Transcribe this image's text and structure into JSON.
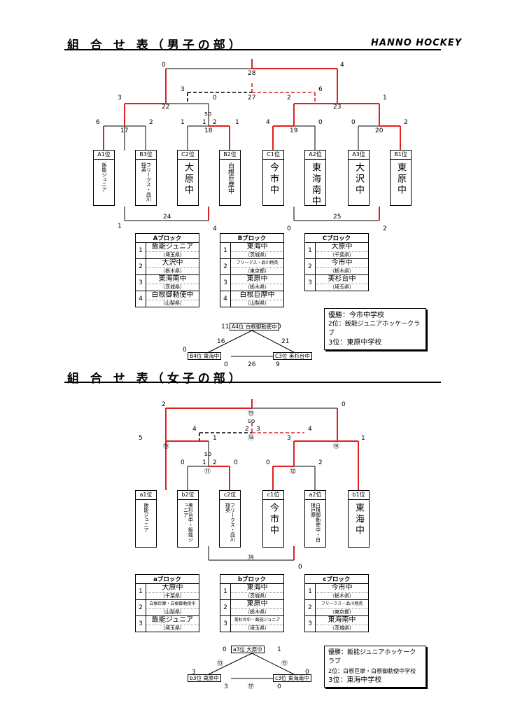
{
  "header": {
    "brand": "HANNO HOCKEY"
  },
  "men": {
    "title": "組 合 せ 表（男子の部）",
    "teams": [
      {
        "pos": "A1位",
        "name": "飯能ジュニア",
        "size": "sm"
      },
      {
        "pos": "B3位",
        "name": "フリークス・品川翔英",
        "size": "sm"
      },
      {
        "pos": "C2位",
        "name": "大原中",
        "size": "big"
      },
      {
        "pos": "B2位",
        "name": "白根巨摩中",
        "size": "sm"
      },
      {
        "pos": "C1位",
        "name": "今市中",
        "size": "big"
      },
      {
        "pos": "A2位",
        "name": "東海南中",
        "size": "big"
      },
      {
        "pos": "A3位",
        "name": "大沢中",
        "size": "big"
      },
      {
        "pos": "B1位",
        "name": "東原中",
        "size": "big"
      }
    ],
    "blocks": [
      {
        "label": "Aブロック",
        "rows": [
          {
            "n": "1",
            "team": "飯能ジュニア",
            "pref": "（埼玉県）"
          },
          {
            "n": "2",
            "team": "大沢中",
            "pref": "（栃木県）"
          },
          {
            "n": "3",
            "team": "東海南中",
            "pref": "（茨城県）"
          },
          {
            "n": "4",
            "team": "白根御勅使中",
            "pref": "（山梨県）"
          }
        ]
      },
      {
        "label": "Bブロック",
        "rows": [
          {
            "n": "1",
            "team": "東海中",
            "pref": "（茨城県）"
          },
          {
            "n": "2",
            "team": "フリークス・品川翔英",
            "pref": "（東京都）",
            "small": true
          },
          {
            "n": "3",
            "team": "東原中",
            "pref": "（栃木県）"
          },
          {
            "n": "4",
            "team": "白根巨摩中",
            "pref": "（山梨県）"
          }
        ]
      },
      {
        "label": "Cブロック",
        "rows": [
          {
            "n": "1",
            "team": "大原中",
            "pref": "（千葉県）"
          },
          {
            "n": "2",
            "team": "今市中",
            "pref": "（栃木県）"
          },
          {
            "n": "3",
            "team": "美杉台中",
            "pref": "（埼玉県）"
          }
        ]
      }
    ],
    "results": {
      "first": "優勝：今市中学校",
      "second": "2位：飯能ジュニアホッケークラブ",
      "third": "3位：東原中学校"
    },
    "scores": {
      "final_l": "0",
      "final_r": "4",
      "final_no": "28",
      "third_l": "3",
      "third_r": "6",
      "third_no": "27",
      "third_c1": "0",
      "third_c2": "2",
      "sf_l_l": "3",
      "sf_l_no": "22",
      "sf_r_no": "23",
      "sf_r_r": "1",
      "qf1_l": "6",
      "qf1_no": "17",
      "qf1_r": "2",
      "qf2_l": "1",
      "qf2_c1": "1",
      "qf2_c2": "2",
      "qf2_r": "1",
      "qf2_no": "18",
      "qf2_so": "so",
      "qf3_l": "4",
      "qf3_no": "19",
      "qf3_r": "0",
      "qf4_l": "0",
      "qf4_no": "20",
      "qf4_r": "2",
      "c24": "24",
      "c24_l": "1",
      "c24_r": "4",
      "c25": "25",
      "c25_l": "0",
      "c25_r": "2"
    },
    "mini": {
      "top": "A4位 白根御勅使中",
      "left": "B4位 東海中",
      "right": "C3位 美杉台中",
      "s11": "11",
      "s0a": "0",
      "s16": "16",
      "s21": "21",
      "s0b": "0",
      "s0c": "0",
      "s9": "9",
      "s26": "26"
    }
  },
  "women": {
    "title": "組 合 せ 表（女子の部）",
    "teams": [
      {
        "pos": "a1位",
        "name": "飯能ジュニア",
        "size": "sm"
      },
      {
        "pos": "b2位",
        "name": "美杉台中・飯能ジュニア",
        "size": "sm"
      },
      {
        "pos": "c2位",
        "name": "フリークス・品川翔英",
        "size": "sm"
      },
      {
        "pos": "c1位",
        "name": "今市中",
        "size": "big"
      },
      {
        "pos": "a2位",
        "name": "白根御勅使中・白根巨摩",
        "size": "sm"
      },
      {
        "pos": "b1位",
        "name": "東海中",
        "size": "big"
      }
    ],
    "blocks": [
      {
        "label": "aブロック",
        "rows": [
          {
            "n": "1",
            "team": "大原中",
            "pref": "（千葉県）"
          },
          {
            "n": "2",
            "team": "白根巨摩・白根御勅使中",
            "pref": "（山梨県）",
            "small": true
          },
          {
            "n": "3",
            "team": "飯能ジュニア",
            "pref": "（埼玉県）"
          }
        ]
      },
      {
        "label": "bブロック",
        "rows": [
          {
            "n": "1",
            "team": "東海中",
            "pref": "（茨城県）"
          },
          {
            "n": "2",
            "team": "東原中",
            "pref": "（栃木県）"
          },
          {
            "n": "3",
            "team": "美杉台中・飯能ジュニア",
            "pref": "（埼玉県）",
            "small": true
          }
        ]
      },
      {
        "label": "cブロック",
        "rows": [
          {
            "n": "1",
            "team": "今市中",
            "pref": "（栃木県）"
          },
          {
            "n": "2",
            "team": "フリークス・品川翔英",
            "pref": "（東京都）",
            "small": true
          },
          {
            "n": "3",
            "team": "東海南中",
            "pref": "（茨城県）"
          }
        ]
      }
    ],
    "results": {
      "first": "優勝：飯能ジュニアホッケークラブ",
      "second": "2位：白根巨摩・白根御勅使中学校",
      "third": "3位：東海中学校"
    },
    "scores": {
      "final_l": "2",
      "final_r": "0",
      "final_no": "⑲",
      "final_so": "so",
      "third_l": "4",
      "third_r": "4",
      "third_no": "⑱",
      "third_c1": "2",
      "third_c2": "3",
      "third_c3": "1",
      "third_c4": "3",
      "sf_l_l": "5",
      "sf_l_no": "⑮",
      "sf_r_no": "⑯",
      "sf_r_r": "1",
      "qf1_so": "so",
      "qf1_l": "0",
      "qf1_c1": "1",
      "qf1_c2": "2",
      "qf1_r": "0",
      "qf1_no": "⑪",
      "qf2_l": "0",
      "qf2_no": "⑫",
      "qf2_r": "2",
      "c14": "⑭",
      "c14_r": "0"
    },
    "mini": {
      "top": "a3位 大原中",
      "left": "b3位 東原中",
      "right": "c3位 東海南中",
      "s0a": "0",
      "s1": "1",
      "s13": "⑬",
      "s15": "⑮",
      "s3a": "3",
      "s0b": "0",
      "s3b": "3",
      "s0c": "0",
      "s17": "⑰"
    }
  },
  "colors": {
    "win": "#e02020",
    "line": "#000000"
  }
}
